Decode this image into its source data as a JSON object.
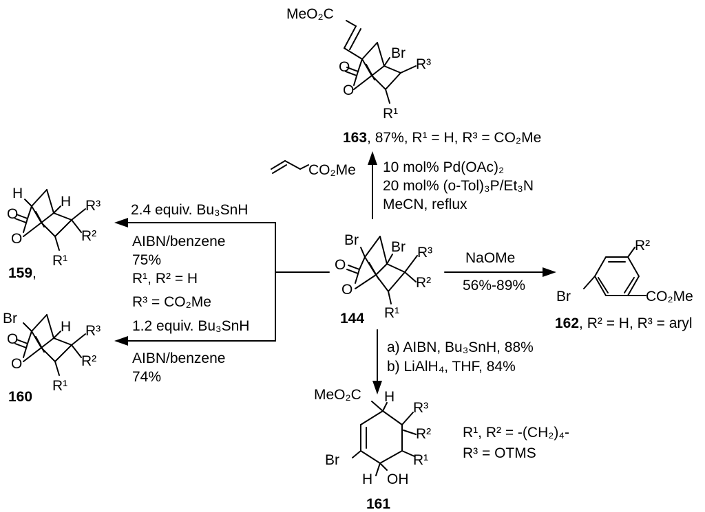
{
  "compounds": {
    "c163": {
      "number": "163",
      "desc": ", 87%, R¹ = H, R³ = CO₂Me",
      "MeO2C": "MeO₂C",
      "Br": "Br",
      "R3": "R³",
      "R1": "R¹",
      "O_carbonyl": "O",
      "O_ring": "O"
    },
    "c159": {
      "number": "159",
      "desc": ",",
      "H1": "H",
      "H2": "H",
      "R3": "R³",
      "R2": "R²",
      "R1": "R¹",
      "O_carbonyl": "O",
      "O_ring": "O"
    },
    "c160": {
      "number": "160",
      "Br": "Br",
      "H": "H",
      "R3": "R³",
      "R2": "R²",
      "R1": "R¹",
      "O_carbonyl": "O",
      "O_ring": "O"
    },
    "c144": {
      "number": "144",
      "Br1": "Br",
      "Br2": "Br",
      "R3": "R³",
      "R2": "R²",
      "R1": "R¹",
      "O_carbonyl": "O",
      "O_ring": "O"
    },
    "c162": {
      "number": "162",
      "desc": ", R² = H, R³ = aryl",
      "R2": "R²",
      "Br": "Br",
      "CO2Me": "CO₂Me"
    },
    "c161": {
      "number": "161",
      "MeO2C": "MeO₂C",
      "H_top": "H",
      "R3": "R³",
      "R2": "R²",
      "R1": "R¹",
      "Br": "Br",
      "H_bottom": "H",
      "OH": "OH",
      "note1": "R¹, R² = -(CH₂)₄-",
      "note2": "R³ = OTMS"
    }
  },
  "conditions": {
    "up": {
      "reagent": "CO₂Me",
      "line1": "10 mol% Pd(OAc)₂",
      "line2": "20 mol% (o-Tol)₃P/Et₃N",
      "line3": "MeCN, reflux"
    },
    "left_top": {
      "line1": "2.4 equiv. Bu₃SnH",
      "line2": "AIBN/benzene",
      "line3": "75%",
      "line4": "R¹, R² = H",
      "line5": "R³ = CO₂Me"
    },
    "left_bottom": {
      "line1": "1.2 equiv. Bu₃SnH",
      "line2": "AIBN/benzene",
      "line3": "74%"
    },
    "right": {
      "line1": "NaOMe",
      "line2": "56%-89%"
    },
    "down": {
      "line1": "a) AIBN, Bu₃SnH, 88%",
      "line2": "b) LiAlH₄, THF, 84%"
    }
  }
}
